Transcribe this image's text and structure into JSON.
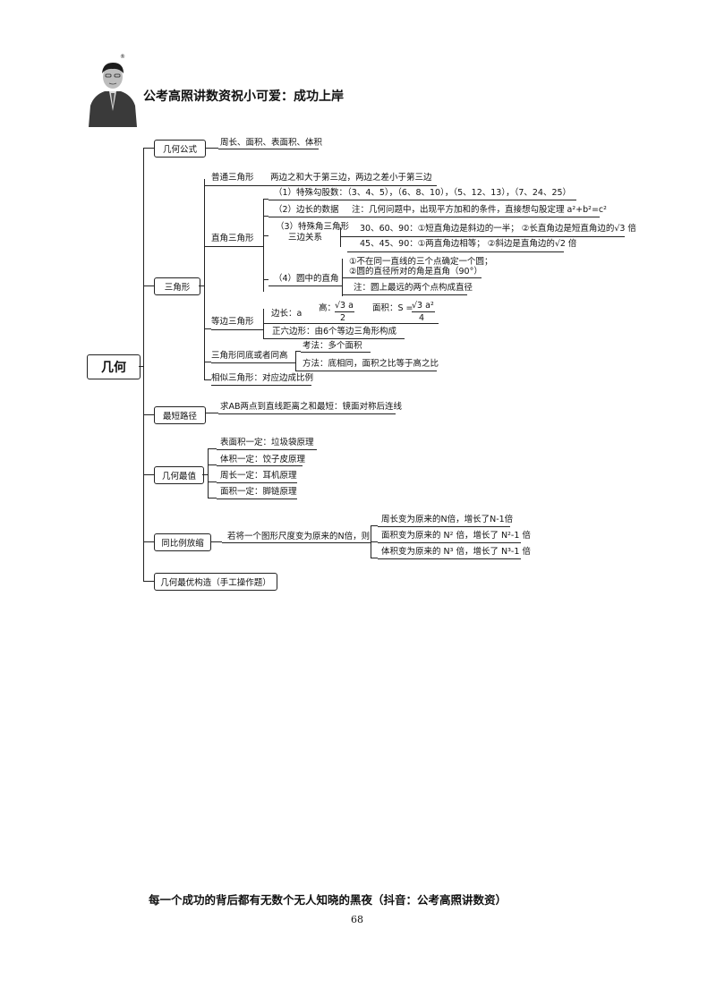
{
  "header": {
    "title": "公考高照讲数资祝小可爱：成功上岸",
    "trademark": "®"
  },
  "root": "几何",
  "branches": {
    "formula": {
      "label": "几何公式",
      "items": [
        "周长、面积、表面积、体积"
      ]
    },
    "triangle": {
      "label": "三角形",
      "general": {
        "label": "普通三角形",
        "rule": "两边之和大于第三边，两边之差小于第三边"
      },
      "right": {
        "label": "直角三角形",
        "p1": "（1）特殊勾股数：（3、4、5），（6、8、10），（5、12、13），（7、24、25）",
        "p2_label": "（2）边长的数据",
        "p2_note": "注：几何问题中，出现平方加和的条件，直接想勾股定理 a²+b²=c²",
        "p3_label_1": "（3）特殊角三角形",
        "p3_label_2": "三边关系",
        "p3_a": "30、60、90：①短直角边是斜边的一半；  ②长直角边是短直角边的√3 倍",
        "p3_b": "45、45、90：①两直角边相等；  ②斜边是直角边的√2 倍",
        "p4_label": "（4）圆中的直角",
        "p4_a": "①不在同一直线的三个点确定一个圆；",
        "p4_b": "②圆的直径所对的角是直角（90°）",
        "p4_note": "注：圆上最远的两个点构成直径"
      },
      "equilateral": {
        "label": "等边三角形",
        "side": "边长：a",
        "height_label": "高：",
        "height_num": "√3 a",
        "height_den": "2",
        "area_label": "面积：S =",
        "area_num": "√3 a²",
        "area_den": "4",
        "hexagon": "正六边形：由6个等边三角形构成"
      },
      "same_height": {
        "label": "三角形同底或者同高",
        "exam": "考法：多个面积",
        "method": "方法：底相同，面积之比等于高之比"
      },
      "similar": {
        "label": "相似三角形：对应边成比例"
      }
    },
    "shortest": {
      "label": "最短路径",
      "rule": "求AB两点到直线距离之和最短：镜面对称后连线"
    },
    "optimal": {
      "label": "几何最值",
      "items": [
        "表面积一定：垃圾袋原理",
        "体积一定：饺子皮原理",
        "周长一定：耳机原理",
        "面积一定：脚链原理"
      ]
    },
    "scale": {
      "label": "同比例放缩",
      "rule": "若将一个图形尺度变为原来的N倍，则",
      "items": [
        "周长变为原来的N倍，增长了N-1倍",
        "面积变为原来的 N² 倍，增长了 N²-1 倍",
        "体积变为原来的 N³ 倍，增长了 N³-1 倍"
      ]
    },
    "construct": {
      "label": "几何最优构造（手工操作题）"
    }
  },
  "footer": {
    "slogan": "每一个成功的背后都有无数个无人知晓的黑夜（抖音：公考高照讲数资）",
    "page_number": "68"
  }
}
